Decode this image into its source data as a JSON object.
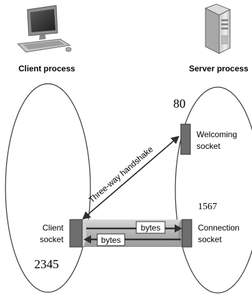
{
  "client": {
    "process_label": "Client process",
    "socket_label_line1": "Client",
    "socket_label_line2": "socket",
    "port": "2345"
  },
  "server": {
    "process_label": "Server process",
    "welcoming_port": "80",
    "welcoming_label_line1": "Welcoming",
    "welcoming_label_line2": "socket",
    "connection_port": "1567",
    "connection_label_line1": "Connection",
    "connection_label_line2": "socket"
  },
  "handshake_label": "Three-way handshake",
  "pipe": {
    "top_label": "bytes",
    "bottom_label": "bytes"
  },
  "icons": {
    "client": "desktop-computer-icon",
    "server": "server-tower-icon"
  }
}
